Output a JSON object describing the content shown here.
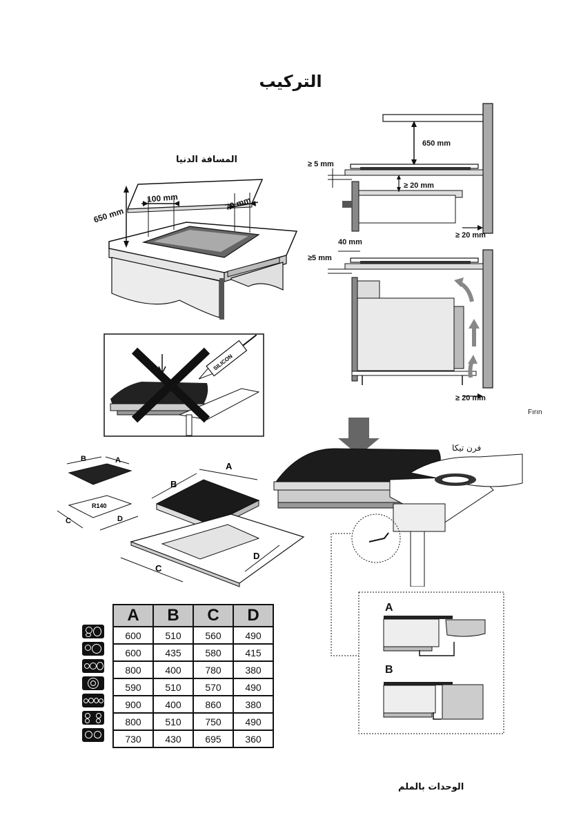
{
  "page": {
    "title": "التركيب",
    "footer": "الوحدات بالملم"
  },
  "diagram_top_left": {
    "min_distance_label": "المسافة الدنيا",
    "d650": "650 mm",
    "d100": "100 mm",
    "d70": "70 mm"
  },
  "diagram_top_right": {
    "d650": "650 mm",
    "ge5": "≥ 5 mm",
    "ge20_inner": "≥ 20 mm",
    "ge20_side": "≥ 20 mm"
  },
  "diagram_mid_right": {
    "d40": "40 mm",
    "ge5": "≥5 mm",
    "ge20": "≥ 20 mm",
    "firin": "Fırın"
  },
  "silicon_label": "SILICON",
  "cut_labels": {
    "a": "A",
    "b": "B",
    "c": "C",
    "d": "D",
    "r140": "R140"
  },
  "tika_label": "فرن تيكا",
  "detail_labels": [
    "A",
    "B"
  ],
  "dimension_table": {
    "headers": [
      "A",
      "B",
      "C",
      "D"
    ],
    "rows": [
      [
        "600",
        "510",
        "560",
        "490"
      ],
      [
        "600",
        "435",
        "580",
        "415"
      ],
      [
        "800",
        "400",
        "780",
        "380"
      ],
      [
        "590",
        "510",
        "570",
        "490"
      ],
      [
        "900",
        "400",
        "860",
        "380"
      ],
      [
        "800",
        "510",
        "750",
        "490"
      ],
      [
        "730",
        "430",
        "695",
        "360"
      ]
    ]
  },
  "hob_icons": [
    "hob-layout-1-icon",
    "hob-layout-2-icon",
    "hob-layout-3-icon",
    "hob-layout-4-icon",
    "hob-layout-5-icon",
    "hob-layout-6-icon",
    "hob-layout-7-icon"
  ]
}
